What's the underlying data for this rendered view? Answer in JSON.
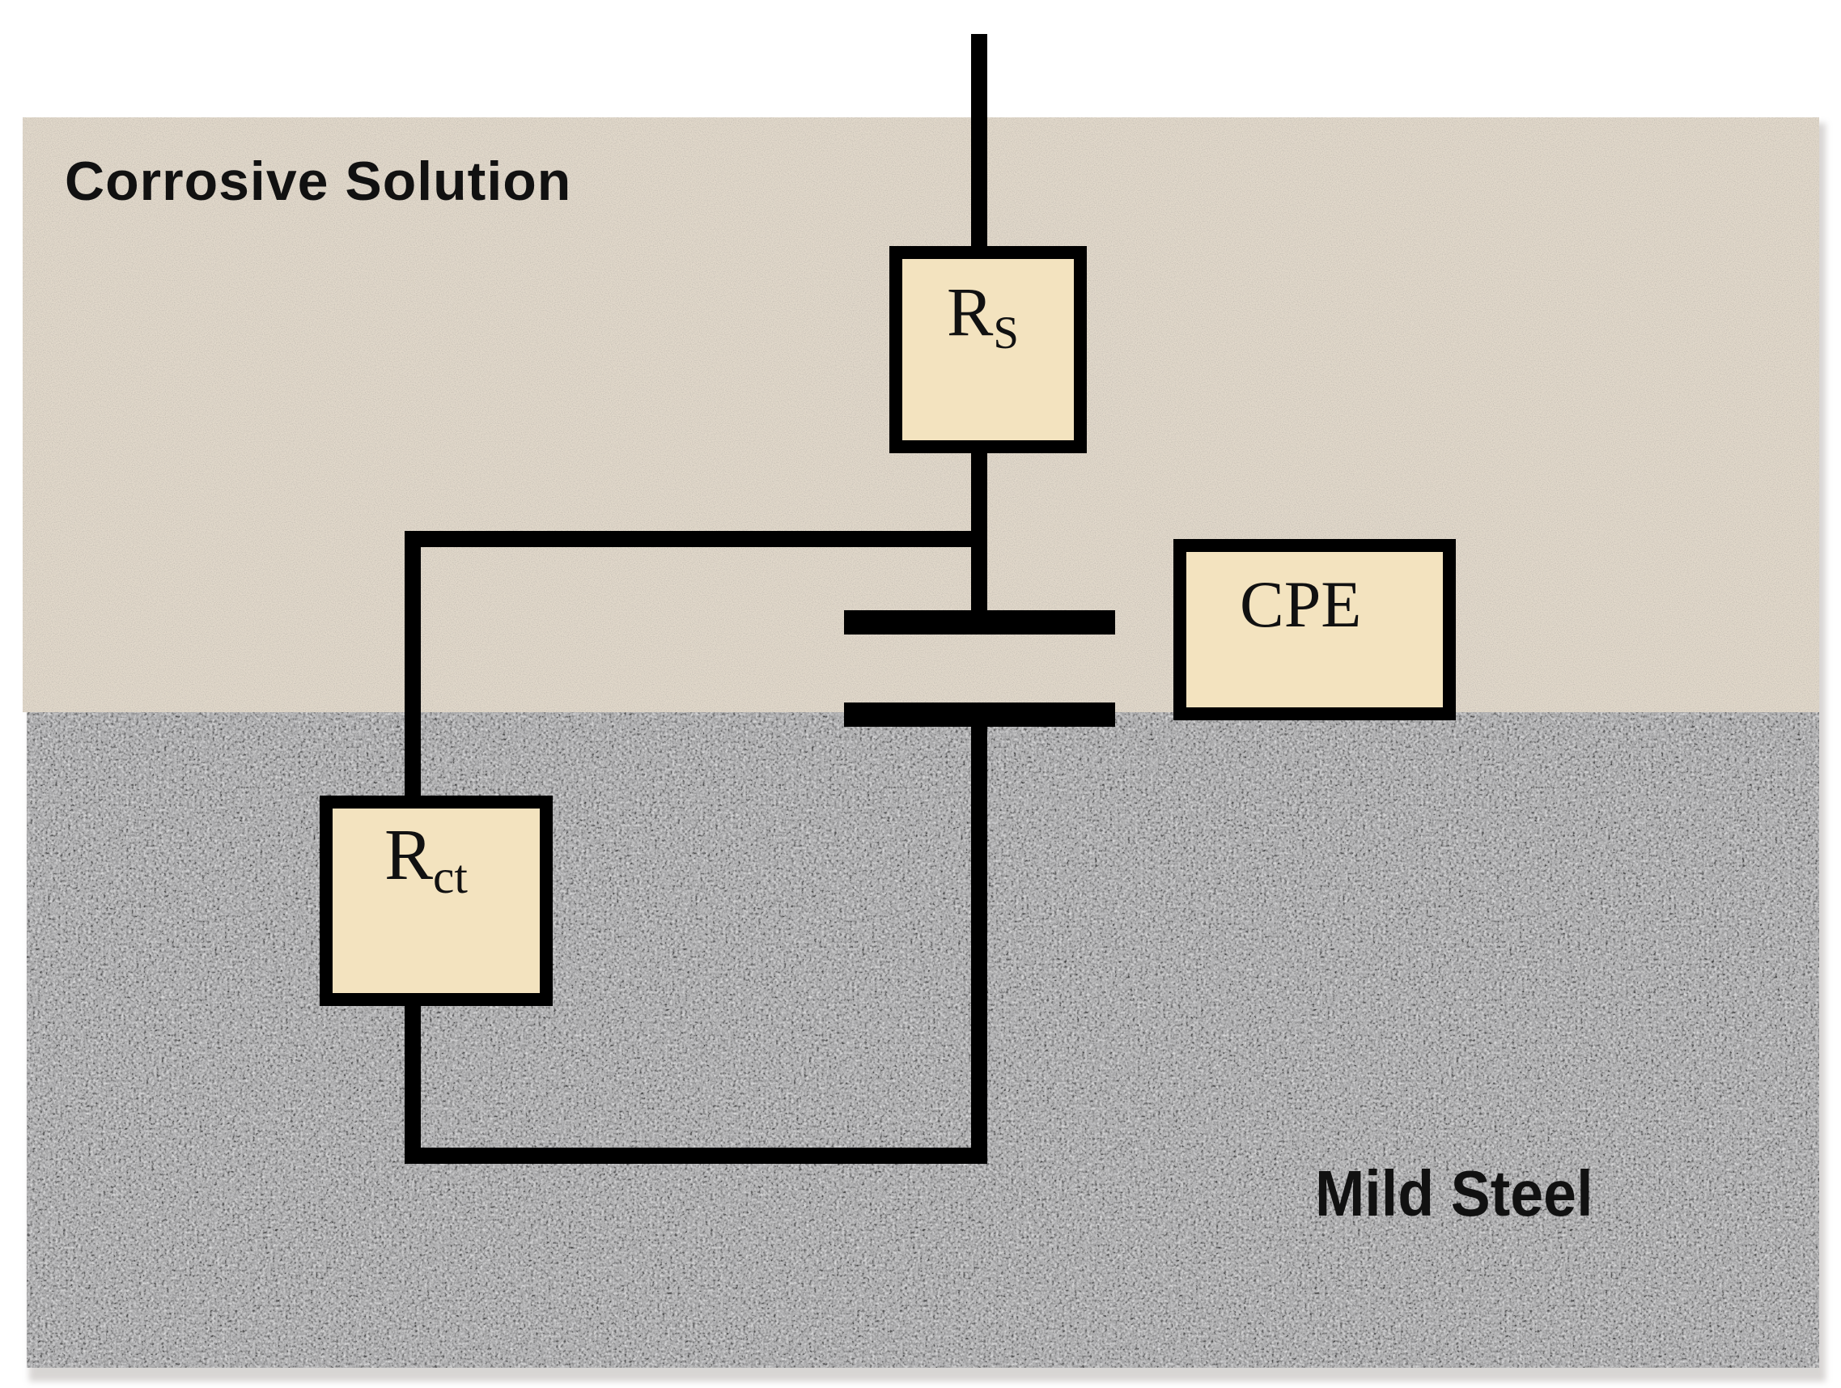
{
  "regions": {
    "solution_label": "Corrosive Solution",
    "steel_label": "Mild Steel"
  },
  "components": {
    "rs": {
      "main": "R",
      "sub": "S"
    },
    "rct": {
      "main": "R",
      "sub": "ct"
    },
    "cpe": {
      "label": "CPE"
    }
  },
  "colors": {
    "solution_fill": "#e2d9cb",
    "steel_fill": "#a3a3a5",
    "component_fill": "#f3e3bf",
    "wire": "#000000"
  }
}
